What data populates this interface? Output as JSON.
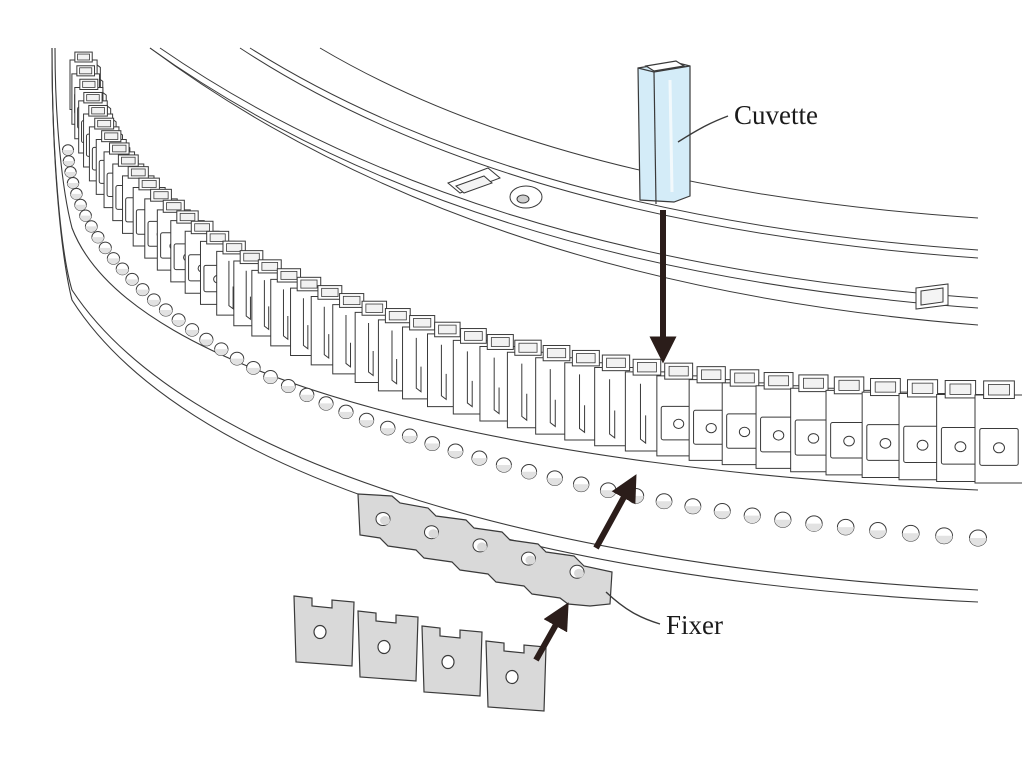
{
  "labels": {
    "cuvette": "Cuvette",
    "fixer": "Fixer"
  },
  "colors": {
    "line": "#3a3a3a",
    "part_fill": "#d9d9d9",
    "cuvette_fill": "#d4ecf8",
    "arrow": "#2b1d1a",
    "background": "#ffffff"
  },
  "counts": {
    "cuvette_slots": 44,
    "rim_holes": 50,
    "fixer_holes": 5,
    "loose_clips": 4
  }
}
